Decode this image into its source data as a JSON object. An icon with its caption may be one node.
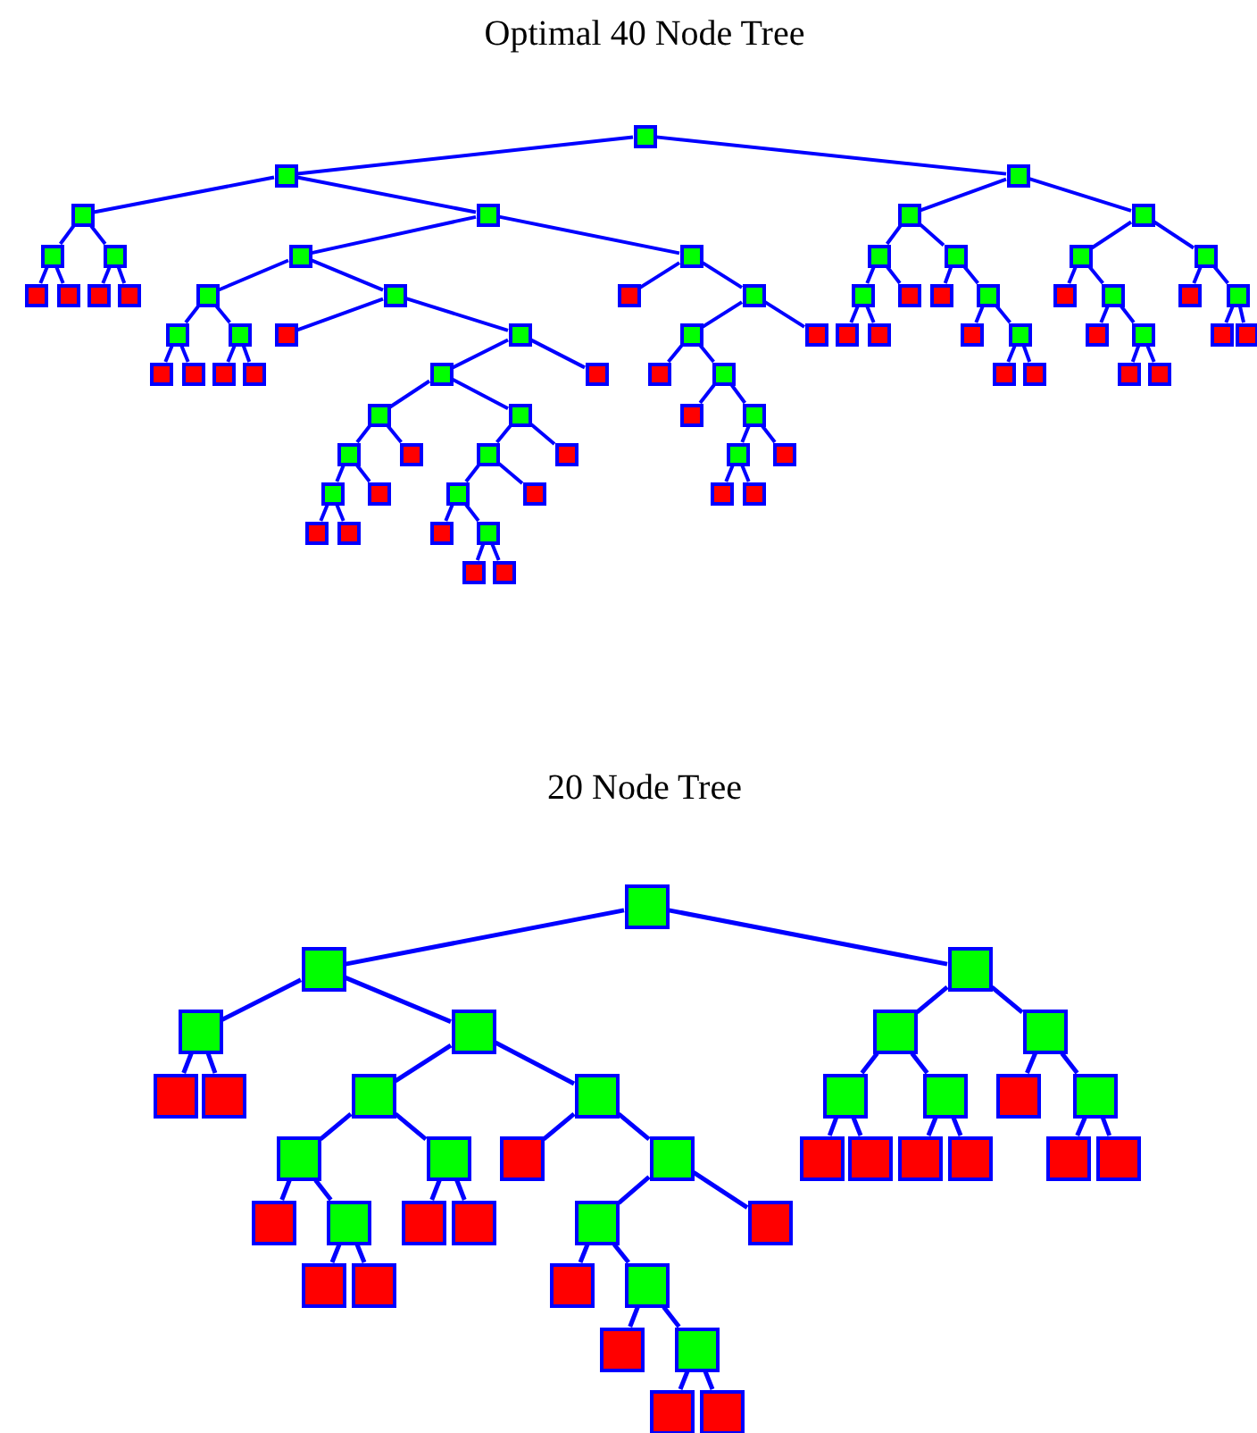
{
  "diagram": {
    "nodes": [
      {
        "text": [],
        "shape": "box"
      },
      {
        "text": [],
        "shape": "box"
      },
      {
        "text": [],
        "shape": "box"
      },
      {
        "text": [],
        "shape": "box"
      },
      {
        "text": [],
        "shape": "box"
      },
      {
        "text": [],
        "shape": "box"
      },
      {
        "text": [],
        "shape": "box"
      },
      {
        "text": [],
        "shape": "box"
      },
      {
        "text": [],
        "shape": "box"
      },
      {
        "text": [],
        "shape": "box"
      },
      {
        "text": [],
        "shape": "box"
      },
      {
        "text": [],
        "shape": "box"
      },
      {
        "text": [],
        "shape": "box"
      },
      {
        "text": [],
        "shape": "box"
      },
      {
        "text": [],
        "shape": "box"
      },
      {
        "text": [],
        "shape": "box"
      },
      {
        "text": [],
        "shape": "box"
      },
      {
        "text": [],
        "shape": "box"
      },
      {
        "text": [],
        "shape": "box"
      },
      {
        "text": [],
        "shape": "box"
      },
      {
        "text": [],
        "shape": "box"
      },
      {
        "text": [],
        "shape": "box"
      },
      {
        "text": [],
        "shape": "box"
      },
      {
        "text": [],
        "shape": "box"
      },
      {
        "text": [],
        "shape": "box"
      },
      {
        "text": [],
        "shape": "box"
      },
      {
        "text": [],
        "shape": "box"
      },
      {
        "text": [],
        "shape": "box"
      },
      {
        "text": [],
        "shape": "box"
      },
      {
        "text": [],
        "shape": "box"
      },
      {
        "text": [],
        "shape": "box"
      },
      {
        "text": [],
        "shape": "box"
      },
      {
        "text": [],
        "shape": "box"
      },
      {
        "text": [],
        "shape": "box"
      },
      {
        "text": [],
        "shape": "box"
      },
      {
        "text": [],
        "shape": "box"
      },
      {
        "text": [],
        "shape": "box"
      },
      {
        "text": [],
        "shape": "box"
      },
      {
        "text": [],
        "shape": "box"
      },
      {
        "text": [],
        "shape": "box"
      },
      {
        "text": [],
        "shape": "box"
      },
      {
        "text": [],
        "shape": "box"
      },
      {
        "text": [],
        "shape": "box"
      },
      {
        "text": [],
        "shape": "box"
      },
      {
        "text": [],
        "shape": "box"
      },
      {
        "text": [],
        "shape": "box"
      },
      {
        "text": [],
        "shape": "box"
      },
      {
        "text": [],
        "shape": "box"
      },
      {
        "text": [],
        "shape": "box"
      },
      {
        "text": [],
        "shape": "box"
      },
      {
        "text": [],
        "shape": "box"
      },
      {
        "text": [],
        "shape": "box"
      },
      {
        "text": [],
        "shape": "box"
      },
      {
        "text": [],
        "shape": "box"
      },
      {
        "text": [],
        "shape": "box"
      },
      {
        "text": [],
        "shape": "box"
      },
      {
        "text": [],
        "shape": "box"
      },
      {
        "text": [],
        "shape": "box"
      },
      {
        "text": [],
        "shape": "box"
      },
      {
        "text": [],
        "shape": "box"
      },
      {
        "text": [],
        "shape": "box"
      },
      {
        "text": [],
        "shape": "box"
      },
      {
        "text": [],
        "shape": "box"
      },
      {
        "text": [],
        "shape": "box"
      },
      {
        "text": [],
        "shape": "box"
      },
      {
        "text": [],
        "shape": "box"
      },
      {
        "text": [],
        "shape": "box"
      },
      {
        "text": [],
        "shape": "box"
      },
      {
        "text": [],
        "shape": "box"
      },
      {
        "text": [],
        "shape": "box"
      },
      {
        "text": [],
        "shape": "box"
      },
      {
        "text": [],
        "shape": "box"
      },
      {
        "text": [],
        "shape": "box"
      },
      {
        "text": [],
        "shape": "box"
      },
      {
        "text": [],
        "shape": "box"
      },
      {
        "text": [],
        "shape": "box"
      },
      {
        "text": [],
        "shape": "box"
      },
      {
        "text": [],
        "shape": "box"
      },
      {
        "text": [],
        "shape": "box"
      },
      {
        "text": [],
        "shape": "box"
      },
      {
        "text": [],
        "shape": "box"
      },
      {
        "text": [],
        "shape": "box"
      },
      {
        "text": [],
        "shape": "box"
      },
      {
        "text": [],
        "shape": "box"
      },
      {
        "text": [],
        "shape": "box"
      },
      {
        "text": [],
        "shape": "box"
      },
      {
        "text": [],
        "shape": "box"
      },
      {
        "text": [],
        "shape": "box"
      },
      {
        "text": [],
        "shape": "box"
      },
      {
        "text": [],
        "shape": "box"
      },
      {
        "text": [],
        "shape": "box"
      },
      {
        "text": [],
        "shape": "box"
      },
      {
        "text": [],
        "shape": "box"
      },
      {
        "text": [],
        "shape": "box"
      },
      {
        "text": [],
        "shape": "box"
      },
      {
        "text": [],
        "shape": "box"
      },
      {
        "text": [],
        "shape": "box"
      },
      {
        "text": [],
        "shape": "box"
      },
      {
        "text": [],
        "shape": "box"
      },
      {
        "text": [],
        "shape": "box"
      },
      {
        "text": [],
        "shape": "box"
      },
      {
        "text": [],
        "shape": "box"
      },
      {
        "text": [],
        "shape": "box"
      },
      {
        "text": [],
        "shape": "box"
      },
      {
        "text": [],
        "shape": "box"
      },
      {
        "text": [],
        "shape": "box"
      },
      {
        "text": [],
        "shape": "box"
      },
      {
        "text": [],
        "shape": "box"
      },
      {
        "text": [],
        "shape": "box"
      },
      {
        "text": [],
        "shape": "box"
      },
      {
        "text": [],
        "shape": "box"
      },
      {
        "text": [],
        "shape": "box"
      },
      {
        "text": [],
        "shape": "box"
      },
      {
        "text": [],
        "shape": "box"
      },
      {
        "text": [],
        "shape": "box"
      },
      {
        "text": [],
        "shape": "box"
      },
      {
        "text": [],
        "shape": "box"
      },
      {
        "text": [],
        "shape": "box"
      }
    ],
    "edges": [
      {
        "from": 0,
        "to": 1,
        "arrow": "none"
      },
      {
        "from": 0,
        "to": 2,
        "arrow": "none"
      },
      {
        "from": 1,
        "to": 3,
        "arrow": "none"
      },
      {
        "from": 1,
        "to": 4,
        "arrow": "none"
      },
      {
        "from": 2,
        "to": 5,
        "arrow": "none"
      },
      {
        "from": 2,
        "to": 6,
        "arrow": "none"
      },
      {
        "from": 3,
        "to": 7,
        "arrow": "none"
      },
      {
        "from": 3,
        "to": 8,
        "arrow": "none"
      },
      {
        "from": 4,
        "to": 9,
        "arrow": "none"
      },
      {
        "from": 4,
        "to": 10,
        "arrow": "none"
      },
      {
        "from": 5,
        "to": 11,
        "arrow": "none"
      },
      {
        "from": 5,
        "to": 12,
        "arrow": "none"
      },
      {
        "from": 6,
        "to": 13,
        "arrow": "none"
      },
      {
        "from": 6,
        "to": 14,
        "arrow": "none"
      },
      {
        "from": 7,
        "to": 15,
        "arrow": "none"
      },
      {
        "from": 7,
        "to": 16,
        "arrow": "none"
      },
      {
        "from": 8,
        "to": 17,
        "arrow": "none"
      },
      {
        "from": 8,
        "to": 18,
        "arrow": "none"
      },
      {
        "from": 9,
        "to": 19,
        "arrow": "none"
      },
      {
        "from": 9,
        "to": 20,
        "arrow": "none"
      },
      {
        "from": 10,
        "to": 21,
        "arrow": "none"
      },
      {
        "from": 10,
        "to": 22,
        "arrow": "none"
      },
      {
        "from": 11,
        "to": 23,
        "arrow": "none"
      },
      {
        "from": 11,
        "to": 24,
        "arrow": "none"
      },
      {
        "from": 12,
        "to": 25,
        "arrow": "none"
      },
      {
        "from": 12,
        "to": 26,
        "arrow": "none"
      },
      {
        "from": 13,
        "to": 27,
        "arrow": "none"
      },
      {
        "from": 13,
        "to": 28,
        "arrow": "none"
      },
      {
        "from": 14,
        "to": 29,
        "arrow": "none"
      },
      {
        "from": 14,
        "to": 30,
        "arrow": "none"
      },
      {
        "from": 19,
        "to": 31,
        "arrow": "none"
      },
      {
        "from": 19,
        "to": 32,
        "arrow": "none"
      },
      {
        "from": 20,
        "to": 33,
        "arrow": "none"
      },
      {
        "from": 20,
        "to": 34,
        "arrow": "none"
      },
      {
        "from": 22,
        "to": 35,
        "arrow": "none"
      },
      {
        "from": 22,
        "to": 36,
        "arrow": "none"
      },
      {
        "from": 23,
        "to": 37,
        "arrow": "none"
      },
      {
        "from": 23,
        "to": 38,
        "arrow": "none"
      },
      {
        "from": 26,
        "to": 39,
        "arrow": "none"
      },
      {
        "from": 26,
        "to": 40,
        "arrow": "none"
      },
      {
        "from": 28,
        "to": 41,
        "arrow": "none"
      },
      {
        "from": 28,
        "to": 42,
        "arrow": "none"
      },
      {
        "from": 30,
        "to": 43,
        "arrow": "none"
      },
      {
        "from": 30,
        "to": 44,
        "arrow": "none"
      },
      {
        "from": 31,
        "to": 45,
        "arrow": "none"
      },
      {
        "from": 31,
        "to": 46,
        "arrow": "none"
      },
      {
        "from": 32,
        "to": 47,
        "arrow": "none"
      },
      {
        "from": 32,
        "to": 48,
        "arrow": "none"
      },
      {
        "from": 34,
        "to": 49,
        "arrow": "none"
      },
      {
        "from": 34,
        "to": 50,
        "arrow": "none"
      },
      {
        "from": 35,
        "to": 51,
        "arrow": "none"
      },
      {
        "from": 35,
        "to": 52,
        "arrow": "none"
      },
      {
        "from": 40,
        "to": 53,
        "arrow": "none"
      },
      {
        "from": 40,
        "to": 54,
        "arrow": "none"
      },
      {
        "from": 42,
        "to": 55,
        "arrow": "none"
      },
      {
        "from": 42,
        "to": 56,
        "arrow": "none"
      },
      {
        "from": 49,
        "to": 57,
        "arrow": "none"
      },
      {
        "from": 49,
        "to": 58,
        "arrow": "none"
      },
      {
        "from": 52,
        "to": 59,
        "arrow": "none"
      },
      {
        "from": 52,
        "to": 60,
        "arrow": "none"
      },
      {
        "from": 57,
        "to": 61,
        "arrow": "none"
      },
      {
        "from": 57,
        "to": 62,
        "arrow": "none"
      },
      {
        "from": 58,
        "to": 63,
        "arrow": "none"
      },
      {
        "from": 58,
        "to": 64,
        "arrow": "none"
      },
      {
        "from": 60,
        "to": 65,
        "arrow": "none"
      },
      {
        "from": 60,
        "to": 66,
        "arrow": "none"
      },
      {
        "from": 61,
        "to": 67,
        "arrow": "none"
      },
      {
        "from": 61,
        "to": 68,
        "arrow": "none"
      },
      {
        "from": 63,
        "to": 69,
        "arrow": "none"
      },
      {
        "from": 63,
        "to": 70,
        "arrow": "none"
      },
      {
        "from": 65,
        "to": 71,
        "arrow": "none"
      },
      {
        "from": 65,
        "to": 72,
        "arrow": "none"
      },
      {
        "from": 67,
        "to": 73,
        "arrow": "none"
      },
      {
        "from": 67,
        "to": 74,
        "arrow": "none"
      },
      {
        "from": 69,
        "to": 75,
        "arrow": "none"
      },
      {
        "from": 69,
        "to": 76,
        "arrow": "none"
      },
      {
        "from": 76,
        "to": 77,
        "arrow": "none"
      },
      {
        "from": 76,
        "to": 78,
        "arrow": "none"
      },
      {
        "from": 79,
        "to": 80,
        "arrow": "none"
      },
      {
        "from": 79,
        "to": 81,
        "arrow": "none"
      },
      {
        "from": 80,
        "to": 82,
        "arrow": "none"
      },
      {
        "from": 80,
        "to": 83,
        "arrow": "none"
      },
      {
        "from": 81,
        "to": 84,
        "arrow": "none"
      },
      {
        "from": 81,
        "to": 85,
        "arrow": "none"
      },
      {
        "from": 82,
        "to": 86,
        "arrow": "none"
      },
      {
        "from": 82,
        "to": 87,
        "arrow": "none"
      },
      {
        "from": 83,
        "to": 88,
        "arrow": "none"
      },
      {
        "from": 83,
        "to": 89,
        "arrow": "none"
      },
      {
        "from": 84,
        "to": 90,
        "arrow": "none"
      },
      {
        "from": 84,
        "to": 91,
        "arrow": "none"
      },
      {
        "from": 85,
        "to": 92,
        "arrow": "none"
      },
      {
        "from": 85,
        "to": 93,
        "arrow": "none"
      },
      {
        "from": 88,
        "to": 94,
        "arrow": "none"
      },
      {
        "from": 88,
        "to": 95,
        "arrow": "none"
      },
      {
        "from": 89,
        "to": 96,
        "arrow": "none"
      },
      {
        "from": 89,
        "to": 97,
        "arrow": "none"
      },
      {
        "from": 90,
        "to": 98,
        "arrow": "none"
      },
      {
        "from": 90,
        "to": 99,
        "arrow": "none"
      },
      {
        "from": 91,
        "to": 100,
        "arrow": "none"
      },
      {
        "from": 91,
        "to": 101,
        "arrow": "none"
      },
      {
        "from": 93,
        "to": 102,
        "arrow": "none"
      },
      {
        "from": 93,
        "to": 103,
        "arrow": "none"
      },
      {
        "from": 94,
        "to": 104,
        "arrow": "none"
      },
      {
        "from": 94,
        "to": 105,
        "arrow": "none"
      },
      {
        "from": 95,
        "to": 106,
        "arrow": "none"
      },
      {
        "from": 95,
        "to": 107,
        "arrow": "none"
      },
      {
        "from": 97,
        "to": 108,
        "arrow": "none"
      },
      {
        "from": 97,
        "to": 109,
        "arrow": "none"
      },
      {
        "from": 105,
        "to": 110,
        "arrow": "none"
      },
      {
        "from": 105,
        "to": 111,
        "arrow": "none"
      },
      {
        "from": 108,
        "to": 112,
        "arrow": "none"
      },
      {
        "from": 108,
        "to": 113,
        "arrow": "none"
      },
      {
        "from": 113,
        "to": 114,
        "arrow": "none"
      },
      {
        "from": 113,
        "to": 115,
        "arrow": "none"
      },
      {
        "from": 115,
        "to": 116,
        "arrow": "none"
      },
      {
        "from": 115,
        "to": 117,
        "arrow": "none"
      }
    ],
    "labels": [
      "Optimal 40 Node Tree",
      "20 Node Tree"
    ]
  }
}
